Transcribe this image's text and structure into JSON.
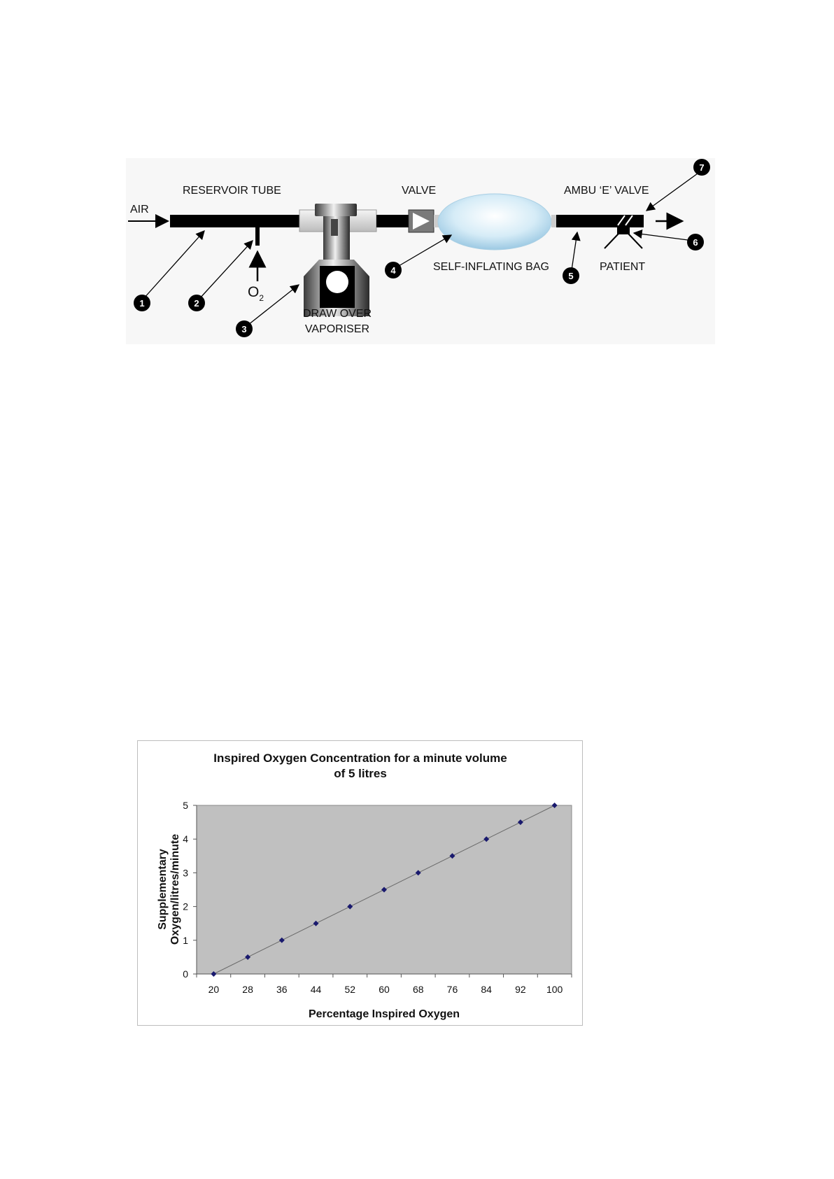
{
  "diagram": {
    "labels": {
      "air": "AIR",
      "reservoir_tube": "RESERVOIR TUBE",
      "valve": "VALVE",
      "ambu_valve": "AMBU ‘E’ VALVE",
      "o2_main": "O",
      "o2_sub": "2",
      "draw_over_line1": "DRAW OVER",
      "draw_over_line2": "VAPORISER",
      "self_inflating_bag": "SELF-INFLATING BAG",
      "patient": "PATIENT"
    },
    "callouts": [
      "1",
      "2",
      "3",
      "4",
      "5",
      "6",
      "7"
    ]
  },
  "chart_data": {
    "type": "scatter",
    "title_line1": "Inspired Oxygen Concentration for a minute volume",
    "title_line2": "of 5 litres",
    "xlabel": "Percentage Inspired Oxygen",
    "ylabel_line1": "Supplementary",
    "ylabel_line2": "Oxygen/litres/minute",
    "x_categories": [
      "20",
      "28",
      "36",
      "44",
      "52",
      "60",
      "68",
      "76",
      "84",
      "92",
      "100"
    ],
    "y_ticks": [
      "0",
      "1",
      "2",
      "3",
      "4",
      "5"
    ],
    "ylim": [
      0,
      5
    ],
    "x": [
      20,
      28,
      36,
      44,
      52,
      60,
      68,
      76,
      84,
      92,
      100
    ],
    "y": [
      0,
      0.5,
      1,
      1.5,
      2,
      2.5,
      3,
      3.5,
      4,
      4.5,
      5
    ],
    "trendline": true,
    "plot_background": "#c0c0c0",
    "marker_color": "#1a1a6e",
    "grid": false
  }
}
